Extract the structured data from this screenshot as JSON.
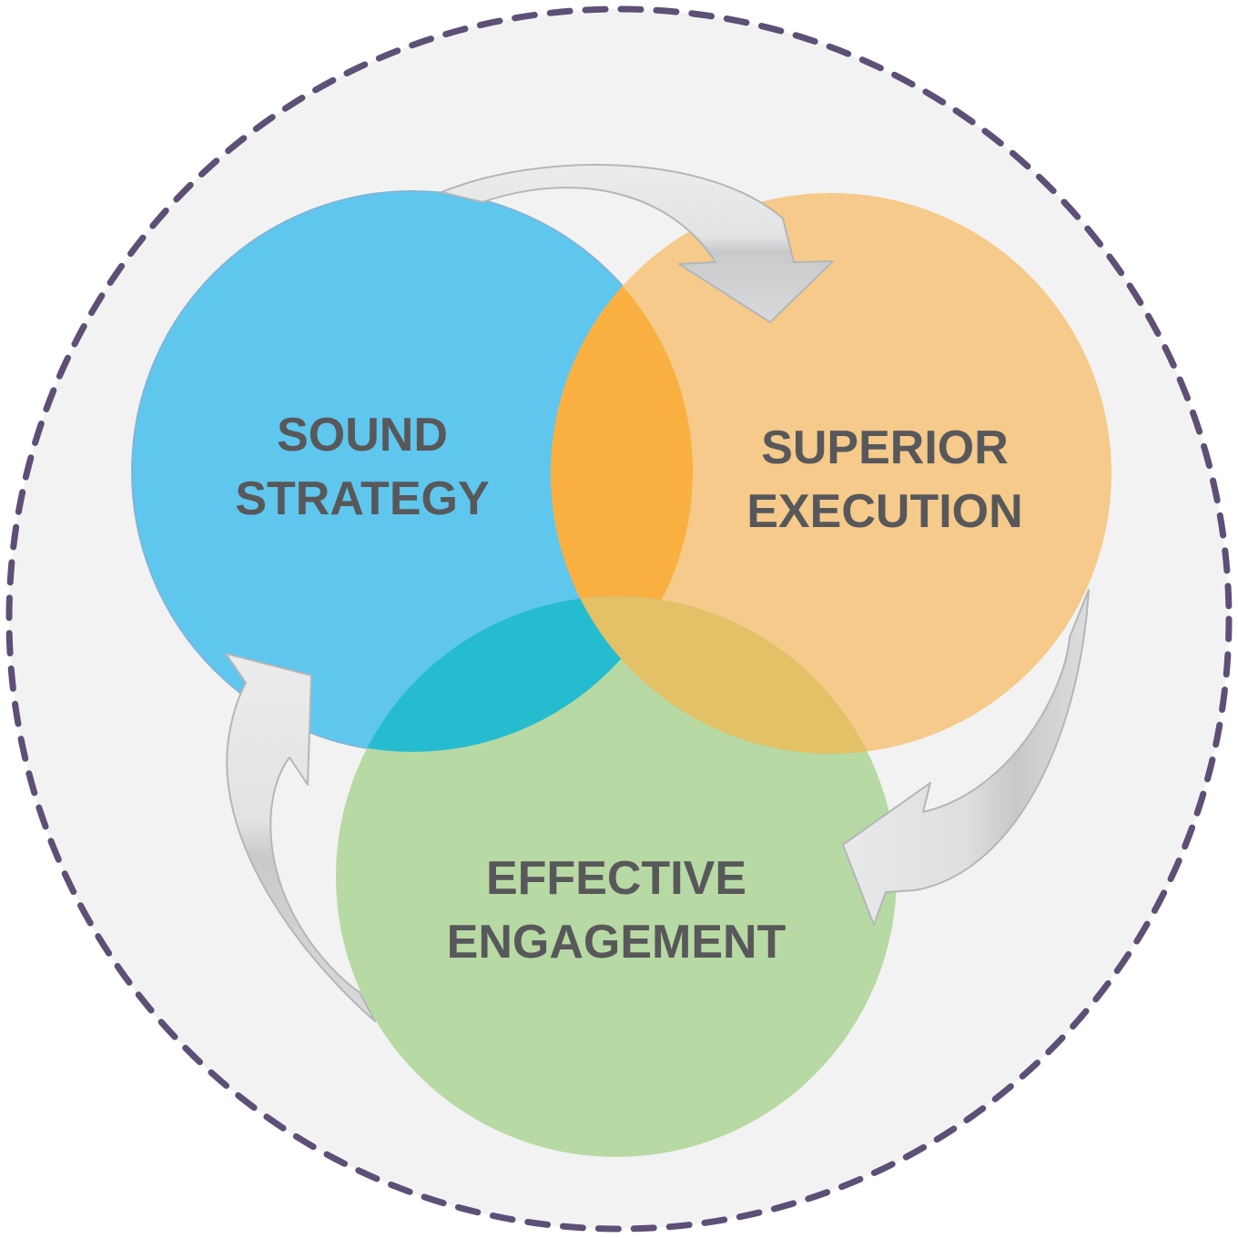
{
  "diagram": {
    "type": "three-circle venn cycle",
    "background_color": "#f2f2f2",
    "outer_border_color": "#5e4f77",
    "text_color": "#58585b",
    "circles": [
      {
        "id": "sound-strategy",
        "line1": "SOUND",
        "line2": "STRATEGY",
        "color": "#5fc6ee"
      },
      {
        "id": "superior-execution",
        "line1": "SUPERIOR",
        "line2": "EXECUTION",
        "color": "#f5ca8a"
      },
      {
        "id": "effective-engagement",
        "line1": "EFFECTIVE",
        "line2": "ENGAGEMENT",
        "color": "#b7d9a3"
      }
    ],
    "overlaps": {
      "strategy_execution": "#f9b041",
      "strategy_engagement": "#26bccf",
      "execution_engagement": "#e2c167"
    },
    "arrows": [
      {
        "from": "sound-strategy",
        "to": "superior-execution"
      },
      {
        "from": "superior-execution",
        "to": "effective-engagement"
      },
      {
        "from": "effective-engagement",
        "to": "sound-strategy"
      }
    ],
    "arrow_color": "#dcdddf",
    "arrow_stroke": "#b5b6b8"
  }
}
